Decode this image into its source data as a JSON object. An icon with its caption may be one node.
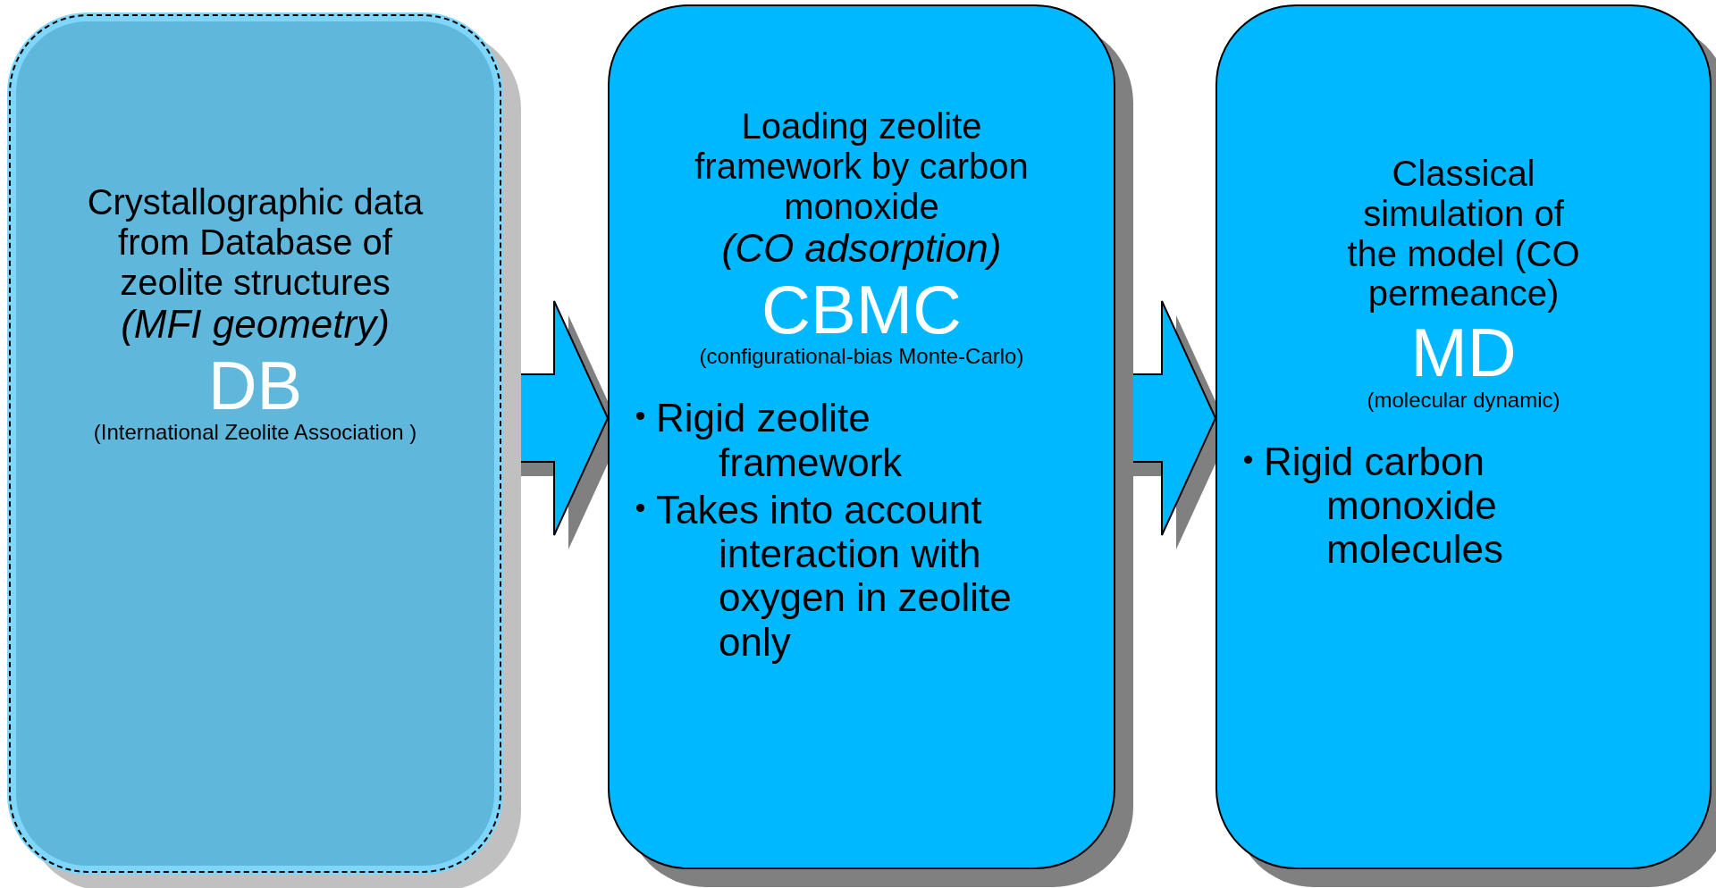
{
  "diagram": {
    "nodes": [
      {
        "text": [
          "Crystallographic data from Database of zeolite structures",
          "(MFI geometry)",
          "DB",
          "(International Zeolite Association )"
        ]
      },
      {
        "text": [
          "Loading zeolite framework by carbon monoxide",
          "(CO adsorption)",
          "CBMC",
          "(configurational-bias Monte-Carlo)",
          "Rigid zeolite framework",
          "Takes into account interaction with oxygen in zeolite only"
        ]
      },
      {
        "text": [
          "Classical simulation of the model (CO permeance)",
          "MD",
          "(molecular dynamic)",
          "Rigid carbon monoxide molecules"
        ]
      }
    ],
    "edges": [
      {
        "from": 0,
        "to": 1,
        "arrow": "to"
      },
      {
        "from": 1,
        "to": 2,
        "arrow": "to"
      }
    ]
  }
}
